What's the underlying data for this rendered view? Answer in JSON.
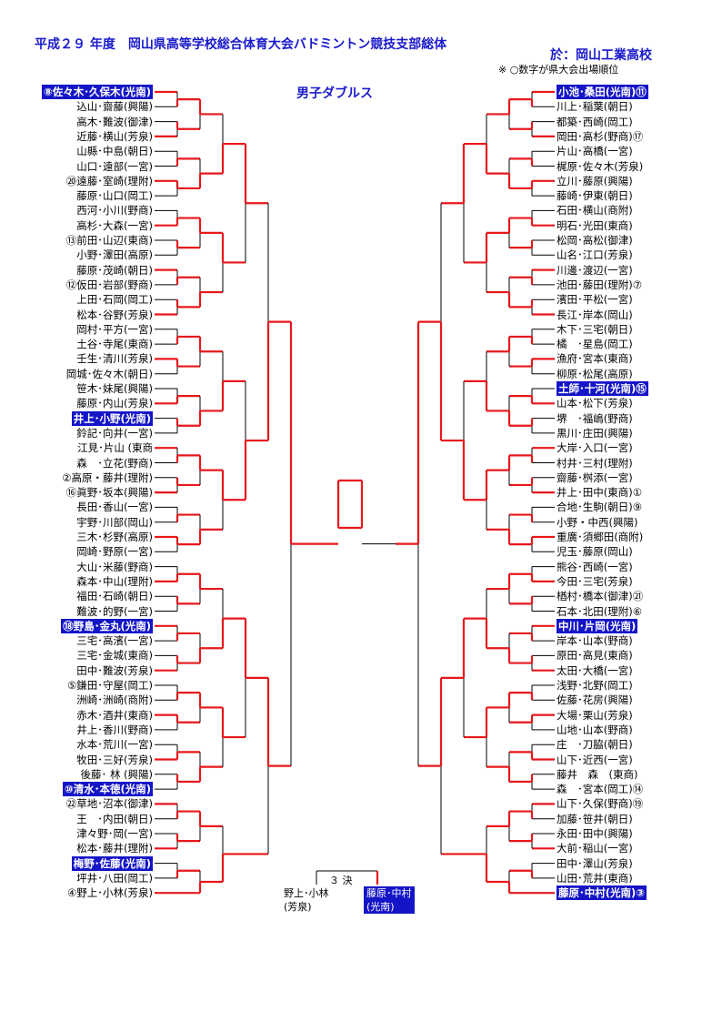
{
  "header": {
    "title": "平成２９ 年度　岡山県高等学校総合体育大会バドミントン競技支部総体",
    "venue": "於：岡山工業高校",
    "note": "※ ○数字が県大会出場順位",
    "event": "男子ダブルス"
  },
  "left_entries": [
    {
      "text": "⑧佐々木･久保木(光南)",
      "hl": true
    },
    {
      "text": "込山･齋藤(興陽)"
    },
    {
      "text": "高木･難波(御津)"
    },
    {
      "text": "近藤･横山(芳泉)"
    },
    {
      "text": "山縣･中島(朝日)"
    },
    {
      "text": "山口･遠部(一宮)"
    },
    {
      "text": "⑳遠藤･室崎(理附)"
    },
    {
      "text": "藤原･山口(岡工)"
    },
    {
      "text": "西河･小川(野商)"
    },
    {
      "text": "高杉･大森(一宮)"
    },
    {
      "text": "⑬前田･山辺(東商)"
    },
    {
      "text": "小野･澤田(高原)"
    },
    {
      "text": "藤原･茂崎(朝日)"
    },
    {
      "text": "⑫仮田･岩部(野商)"
    },
    {
      "text": "上田･石岡(岡工)"
    },
    {
      "text": "松本･谷野(芳泉)"
    },
    {
      "text": "岡村･平方(一宮)"
    },
    {
      "text": "土谷･寺尾(東商)"
    },
    {
      "text": "壬生･清川(芳泉)"
    },
    {
      "text": "岡城･佐々木(朝日)"
    },
    {
      "text": "笹木･妹尾(興陽)"
    },
    {
      "text": "藤原･内山(芳泉)"
    },
    {
      "text": "井上･小野(光南)",
      "hl": true
    },
    {
      "text": "鈴記･向井(一宮)"
    },
    {
      "text": "江見･片山 (東商"
    },
    {
      "text": "森　･立花(野商)"
    },
    {
      "text": "②高原・藤井(理附)"
    },
    {
      "text": "⑯眞野･坂本(興陽)"
    },
    {
      "text": "長田･香山(一宮)"
    },
    {
      "text": "宇野･川部(岡山)"
    },
    {
      "text": "三木･杉野(高原)"
    },
    {
      "text": "岡崎･野原(一宮)"
    },
    {
      "text": "大山･米藤(野商)"
    },
    {
      "text": "森本･中山(理附)"
    },
    {
      "text": "福田･石崎(朝日)"
    },
    {
      "text": "難波･的野(一宮)"
    },
    {
      "text": "⑱野島･金丸(光南)",
      "hl": true
    },
    {
      "text": "三宅･高濱(一宮)"
    },
    {
      "text": "三宅･金城(東商)"
    },
    {
      "text": "田中･難波(芳泉)"
    },
    {
      "text": "⑤鎌田･守屋(岡工)"
    },
    {
      "text": "洲崎･洲崎(商附)"
    },
    {
      "text": "赤木･酒井(東商)"
    },
    {
      "text": "井上･香川(野商)"
    },
    {
      "text": "水本･荒川(一宮)"
    },
    {
      "text": "牧田･三好(芳泉)"
    },
    {
      "text": "後藤･ 林 (興陽)"
    },
    {
      "text": "⑩清水･本徳(光南)",
      "hl": true
    },
    {
      "text": "㉒草地･沼本(御津)"
    },
    {
      "text": "王　･内田(朝日)"
    },
    {
      "text": "津々野･岡(一宮)"
    },
    {
      "text": "松本･藤井(理附)"
    },
    {
      "text": "梅野･佐藤(光南)",
      "hl": true
    },
    {
      "text": "坪井･八田(岡工)"
    },
    {
      "text": "④野上･小林(芳泉)"
    }
  ],
  "right_entries": [
    {
      "text": "小池･桑田(光南)⑪",
      "hl": true
    },
    {
      "text": "川上･稲葉(朝日)"
    },
    {
      "text": "都築･西崎(岡工)"
    },
    {
      "text": "岡田･高杉(野商)⑰"
    },
    {
      "text": "片山･高橋(一宮)"
    },
    {
      "text": "梶原･佐々木(芳泉)"
    },
    {
      "text": "立川･藤原(興陽)"
    },
    {
      "text": "藤崎･伊東(朝日)"
    },
    {
      "text": "石田･横山(商附)"
    },
    {
      "text": "明石･光田(東商)"
    },
    {
      "text": "松岡･高松(御津)"
    },
    {
      "text": "山名･江口(芳泉)"
    },
    {
      "text": "川邊･渡辺(一宮)"
    },
    {
      "text": "池田･藤田(理附)⑦"
    },
    {
      "text": "濱田･平松(一宮)"
    },
    {
      "text": "長江･岸本(岡山)"
    },
    {
      "text": "木下･三宅(朝日)"
    },
    {
      "text": "橘　･星島(岡工)"
    },
    {
      "text": "漁府･宮本(東商)"
    },
    {
      "text": "柳原･松尾(高原)"
    },
    {
      "text": "土師･十河(光南)⑮",
      "hl": true
    },
    {
      "text": "山本･松下(芳泉)"
    },
    {
      "text": "堺　･福嶋(野商)"
    },
    {
      "text": "黒川･庄田(興陽)"
    },
    {
      "text": "大岸･入口(一宮)"
    },
    {
      "text": "村井･三村(理附)"
    },
    {
      "text": "齋藤･桝添(一宮)"
    },
    {
      "text": "井上･田中(東商)①"
    },
    {
      "text": "合地･生駒(朝日)⑨"
    },
    {
      "text": "小野・中西(興陽)"
    },
    {
      "text": "重廣･須郷田(商附)"
    },
    {
      "text": "児玉･藤原(岡山)"
    },
    {
      "text": "熊谷･西崎(一宮)"
    },
    {
      "text": "今田･三宅(芳泉)"
    },
    {
      "text": "楢村･橋本(御津)㉑"
    },
    {
      "text": "石本･北田(理附)⑥"
    },
    {
      "text": "中川･片岡(光南)",
      "hl": true
    },
    {
      "text": "岸本･山本(野商)"
    },
    {
      "text": "原田･高見(東商)"
    },
    {
      "text": "太田･大橋(一宮)"
    },
    {
      "text": "浅野･北野(岡工)"
    },
    {
      "text": "佐藤･花房(興陽)"
    },
    {
      "text": "大場･栗山(芳泉)"
    },
    {
      "text": "山地･山本(野商)"
    },
    {
      "text": "庄　･刀脇(朝日)"
    },
    {
      "text": "山下･近西(一宮)"
    },
    {
      "text": "藤井　森　(東商)"
    },
    {
      "text": "森　･宮本(岡工)⑭"
    },
    {
      "text": "山下･久保(野商)⑲"
    },
    {
      "text": "加藤･笹井(朝日)"
    },
    {
      "text": "永田･田中(興陽)"
    },
    {
      "text": "大前･稲山(一宮)"
    },
    {
      "text": "田中･澤山(芳泉)"
    },
    {
      "text": "山田･荒井(東商)"
    },
    {
      "text": "藤原･中村(光南)③",
      "hl": true
    }
  ],
  "third_place": {
    "label": "３ 決",
    "loser_a": "野上･小林\n(芳泉)",
    "loser_b": "藤原･中村\n(光南)"
  },
  "colors": {
    "highlight": "#1515c8",
    "win_line": "#e8171b",
    "line": "#000000",
    "title": "#1a1acc"
  }
}
